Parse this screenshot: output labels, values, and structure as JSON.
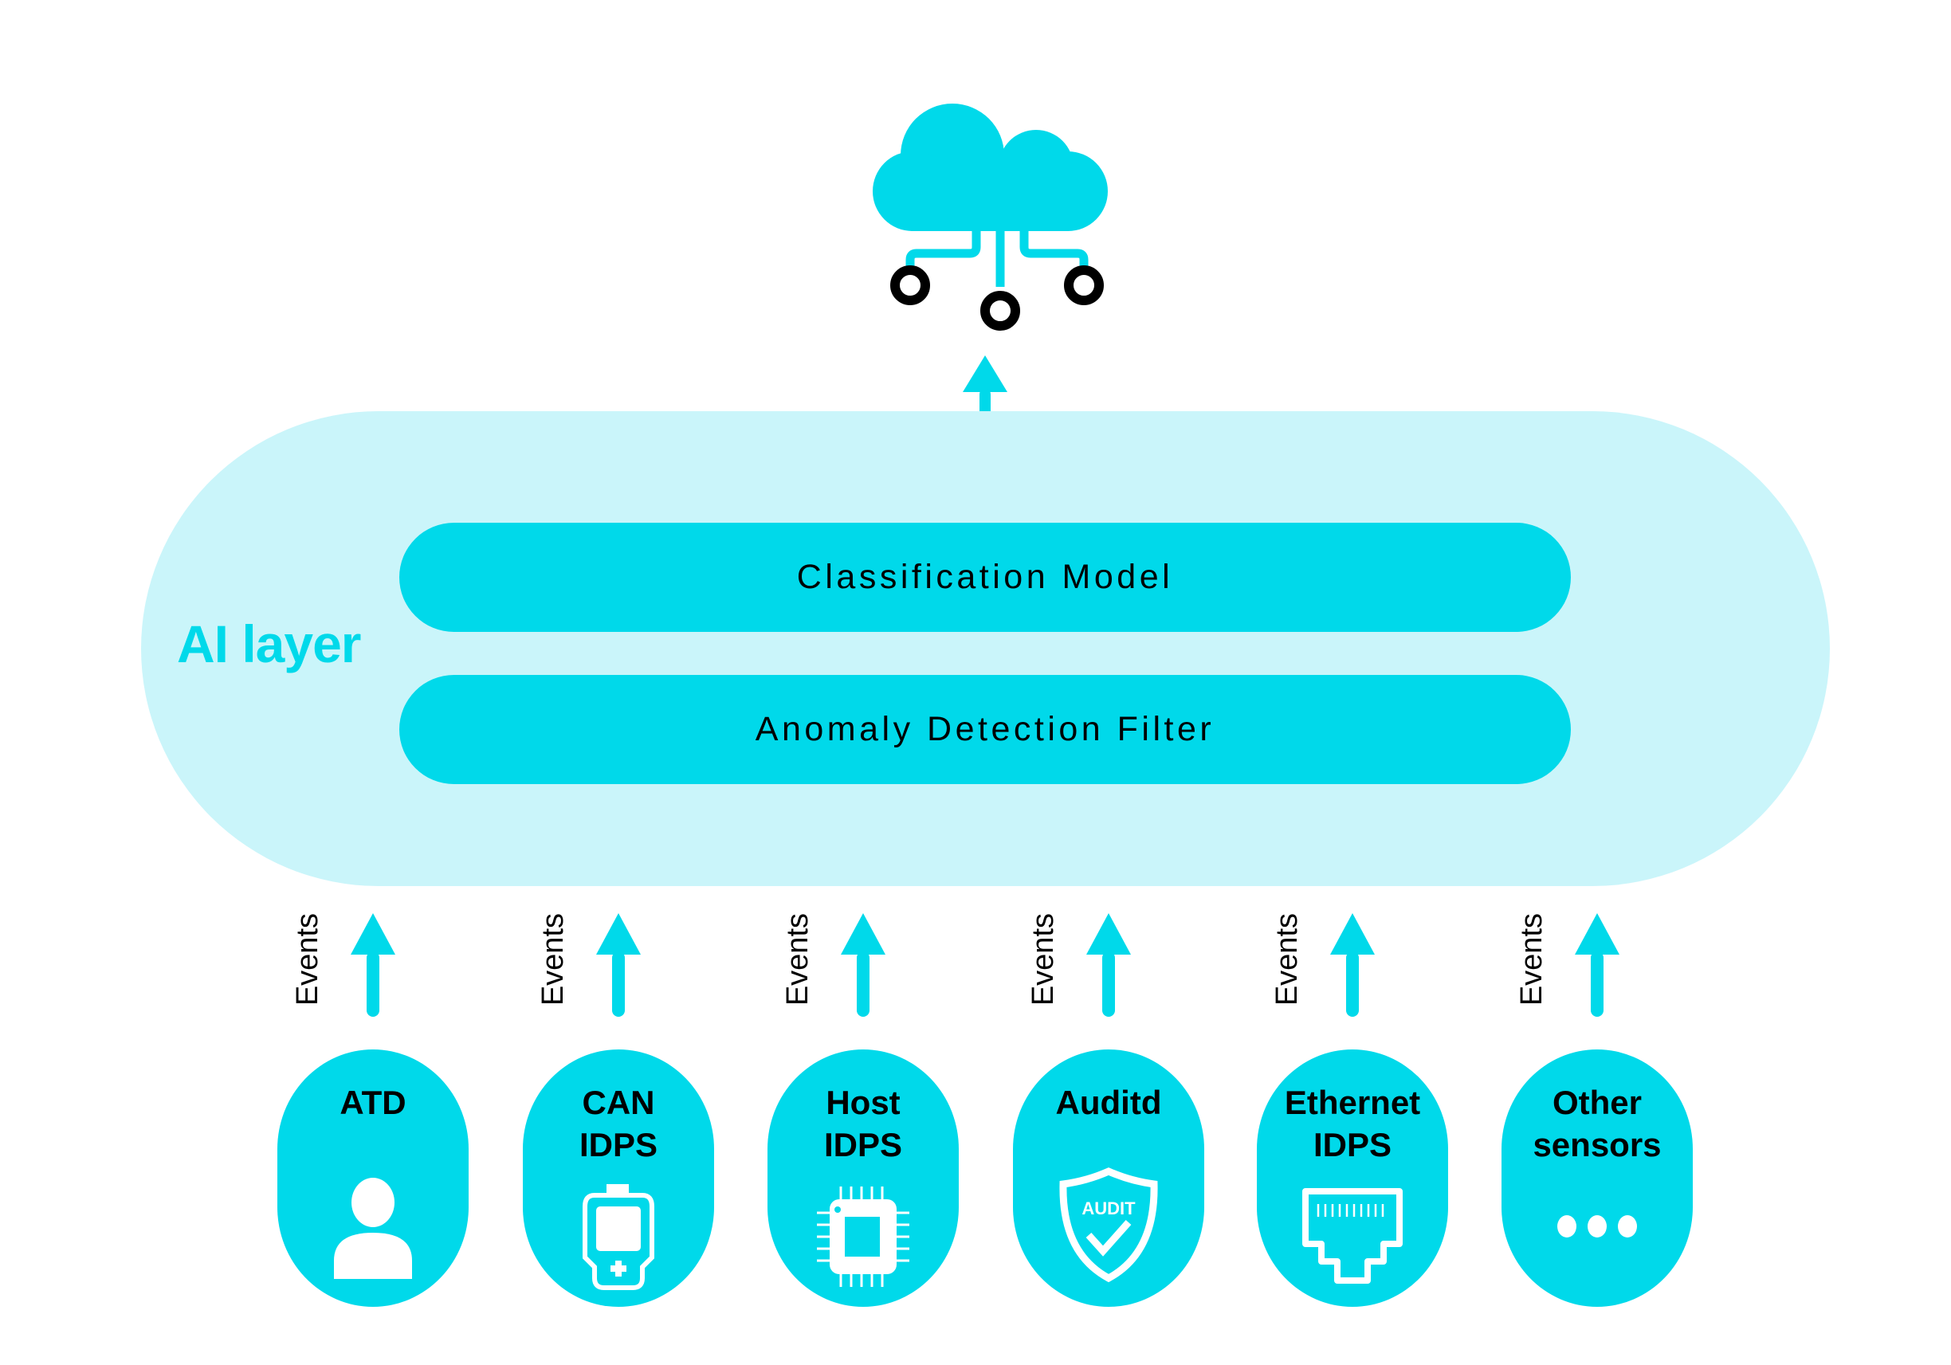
{
  "diagram": {
    "layer_label": "AI layer",
    "layers": [
      {
        "label": "Classification Model"
      },
      {
        "label": "Anomaly Detection Filter"
      }
    ],
    "top_icon": "cloud-network-icon",
    "flow_label": "Events",
    "sensors": [
      {
        "label": "ATD",
        "icon": "person-icon"
      },
      {
        "label": "CAN\nIDPS",
        "line1": "CAN",
        "line2": "IDPS",
        "icon": "handheld-device-icon"
      },
      {
        "label": "Host\nIDPS",
        "line1": "Host",
        "line2": "IDPS",
        "icon": "chip-icon"
      },
      {
        "label": "Auditd",
        "icon": "audit-shield-icon",
        "icon_text": "AUDIT"
      },
      {
        "label": "Ethernet\nIDPS",
        "line1": "Ethernet",
        "line2": "IDPS",
        "icon": "ethernet-port-icon"
      },
      {
        "label": "Other\nsensors",
        "line1": "Other",
        "line2": "sensors",
        "icon": "more-dots-icon"
      }
    ],
    "colors": {
      "accent": "#00d9ea",
      "layer_background": "#caf5fa",
      "text": "#000000",
      "node_ring": "#000000"
    }
  }
}
